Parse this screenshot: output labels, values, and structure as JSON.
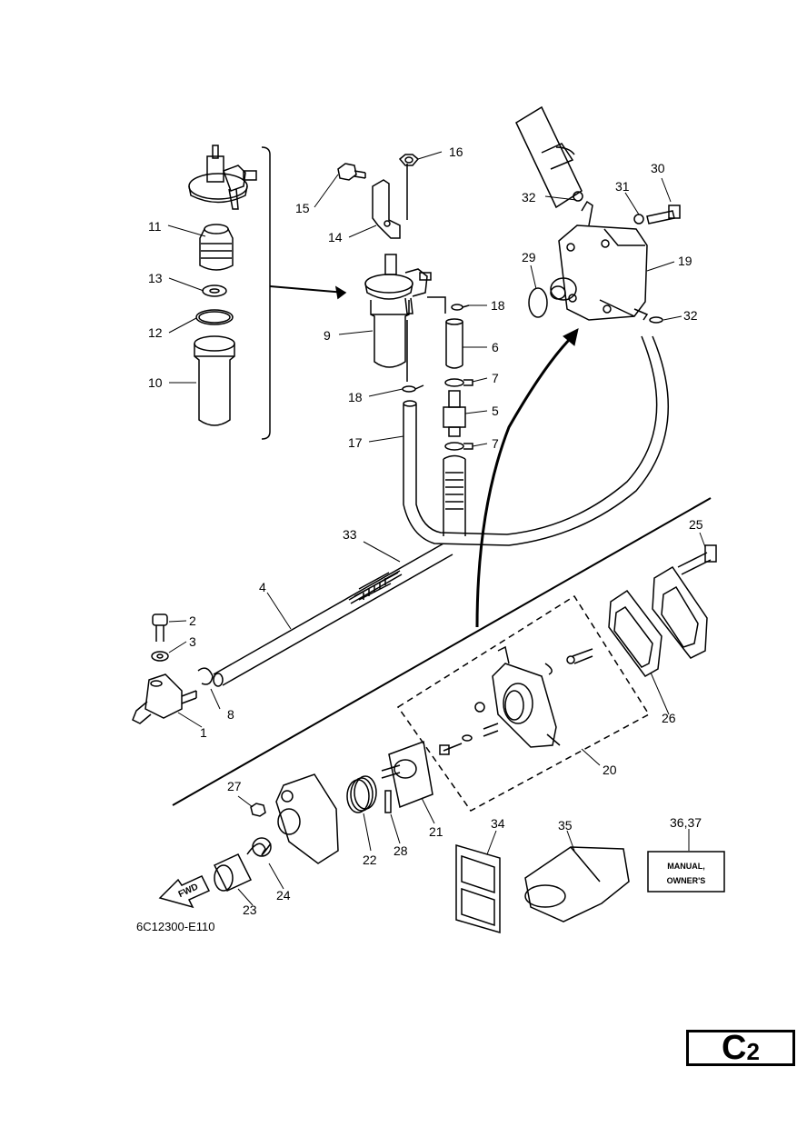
{
  "page": {
    "badge_letter": "C",
    "badge_number": "2",
    "diagram_code": "6C12300-E110"
  },
  "callouts": {
    "c1": "1",
    "c2": "2",
    "c3": "3",
    "c4": "4",
    "c5": "5",
    "c6": "6",
    "c7a": "7",
    "c7b": "7",
    "c8": "8",
    "c9": "9",
    "c10": "10",
    "c11": "11",
    "c12": "12",
    "c13": "13",
    "c14": "14",
    "c15": "15",
    "c16": "16",
    "c17": "17",
    "c18a": "18",
    "c18b": "18",
    "c19": "19",
    "c20": "20",
    "c21": "21",
    "c22": "22",
    "c23": "23",
    "c24": "24",
    "c25": "25",
    "c26": "26",
    "c27": "27",
    "c28": "28",
    "c29": "29",
    "c30": "30",
    "c31": "31",
    "c32a": "32",
    "c32b": "32",
    "c33": "33",
    "c34": "34",
    "c35": "35",
    "c36": "36,37"
  },
  "labels": {
    "fwd": "FWD",
    "manual_line1": "MANUAL,",
    "manual_line2": "OWNER'S"
  }
}
